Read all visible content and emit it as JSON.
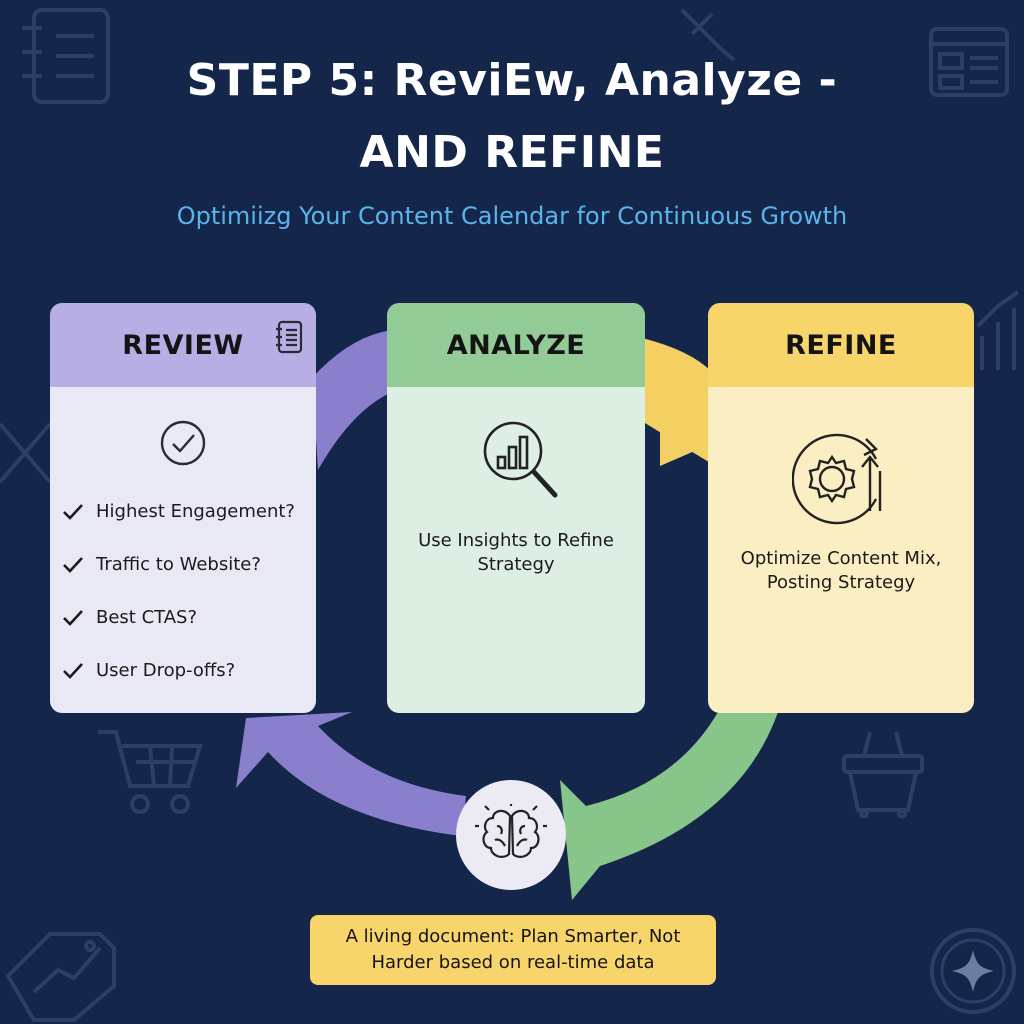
{
  "header": {
    "title_line1": "STEP 5: ReviEw, Analyze -",
    "title_line2": "AND REFINE",
    "subtitle": "Optimiizg Your Content Calendar for Continuous Growth"
  },
  "cards": {
    "review": {
      "heading": "REVIEW",
      "items": [
        "Highest Engagement?",
        "Traffic to Website?",
        "Best CTAS?",
        "User Drop-offs?"
      ]
    },
    "analyze": {
      "heading": "ANALYZE",
      "description_line1": "Use Insights to Refine",
      "description_line2": "Strategy"
    },
    "refine": {
      "heading": "REFINE",
      "description_line1": "Optimize Content Mix,",
      "description_line2": "Posting Strategy"
    }
  },
  "note": {
    "line1": "A living document: Plan Smarter, Not",
    "line2": "Harder based on real-time data"
  },
  "colors": {
    "background": "#14264a",
    "review": "#8a7fcc",
    "analyze": "#86c58b",
    "refine": "#f6cf60",
    "subtitle": "#5ab4ec"
  },
  "icons": {
    "review": "notepad-icon",
    "review_body": "check-circle-icon",
    "analyze": "analytics-magnifier-icon",
    "refine": "gear-growth-icon",
    "hub": "brain-icon"
  }
}
